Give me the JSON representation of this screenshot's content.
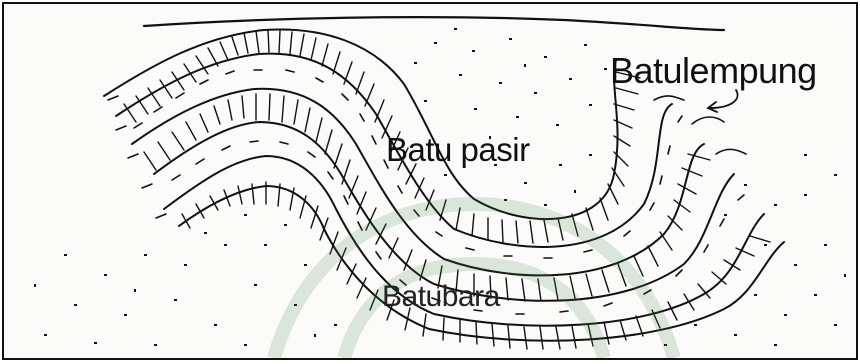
{
  "diagram": {
    "labels": {
      "batulempung": "Batulempung",
      "batu_pasir": "Batu pasir",
      "batubara": "Batubara"
    },
    "colors": {
      "ink": "#111111",
      "background": "#fbfbfa",
      "watermark": "#4f8a4a"
    }
  }
}
